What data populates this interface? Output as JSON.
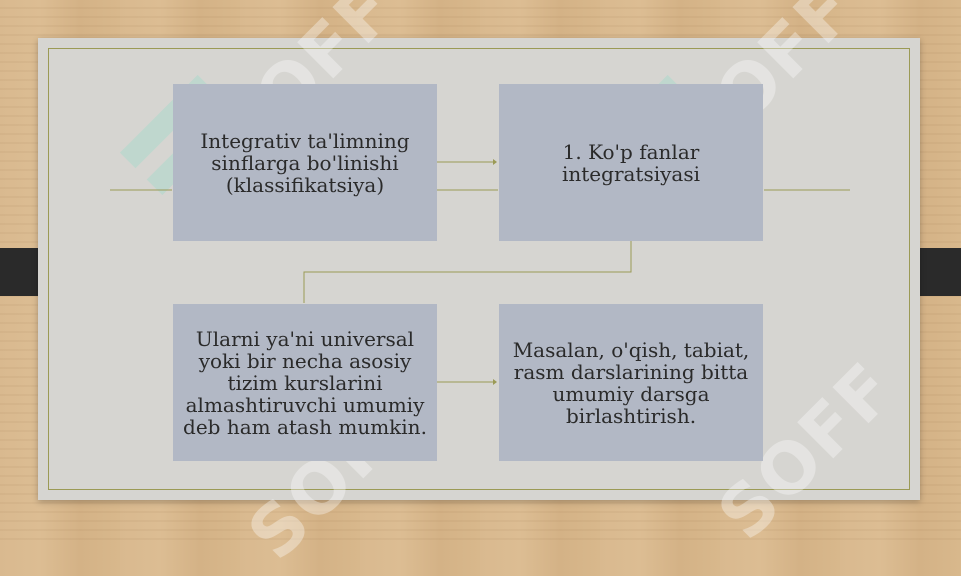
{
  "diagram": {
    "box_top_left": "Integrativ ta'limning sinflarga bo'linishi (klassifikatsiya)",
    "box_top_right": "1. Ko'p fanlar integratsiyasi",
    "box_bottom_left": "Ularni ya'ni universal yoki bir necha asosiy tizim kurslarini almashtiruvchi umumiy deb ham atash mumkin.",
    "box_bottom_right": "Masalan, o'qish, tabiat, rasm darslarining bitta umumiy darsga birlashtirish."
  },
  "watermark": {
    "text": "SOFF"
  },
  "colors": {
    "box_fill": "#b2b8c5",
    "connector": "#9b9a55",
    "board": "#d6d5d1"
  }
}
